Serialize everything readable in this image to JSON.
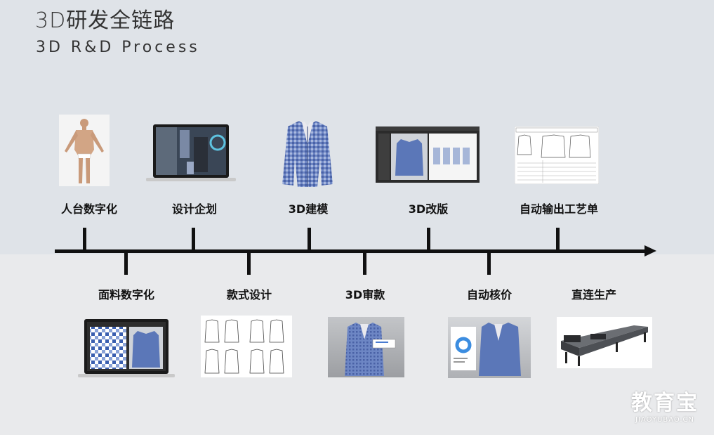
{
  "header": {
    "title": "3D研发全链路",
    "subtitle": "3D R&D Process"
  },
  "timeline": {
    "top_steps": [
      {
        "label": "人台数字化",
        "image": "mannequin-image"
      },
      {
        "label": "设计企划",
        "image": "laptop-design-image"
      },
      {
        "label": "3D建模",
        "image": "jacket-3d-image"
      },
      {
        "label": "3D改版",
        "image": "software-screenshot-image"
      },
      {
        "label": "自动输出工艺单",
        "image": "tech-sheet-image"
      }
    ],
    "bottom_steps": [
      {
        "label": "面料数字化",
        "image": "laptop-fabric-image"
      },
      {
        "label": "款式设计",
        "image": "sketch-sheet-image"
      },
      {
        "label": "3D审款",
        "image": "jacket-review-image"
      },
      {
        "label": "自动核价",
        "image": "pricing-screen-image"
      },
      {
        "label": "直连生产",
        "image": "cutting-machine-image"
      }
    ]
  },
  "watermark": {
    "main": "教育宝",
    "sub": "JIAOYUBAO.CN"
  },
  "colors": {
    "top_background": "#dfe3e8",
    "bottom_background": "#e9eaec",
    "axis": "#111111",
    "jacket_blue": "#5b77b8"
  }
}
